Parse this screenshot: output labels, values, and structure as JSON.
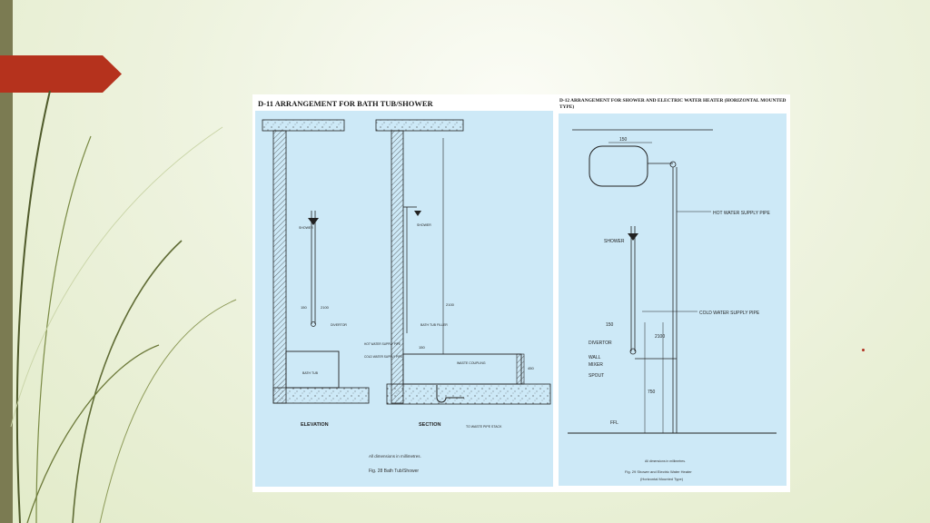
{
  "slide": {
    "accent_color": "#b5321d",
    "bar_color": "#7b7b52"
  },
  "fig28": {
    "heading": "D-11 ARRANGEMENT FOR BATH TUB/SHOWER",
    "elevation_label": "ELEVATION",
    "section_label": "SECTION",
    "shower_label": "SHOWER",
    "diverter_label": "DIVERTOR",
    "bath_tub_label": "BATH TUB",
    "bath_tub_filler_label": "BATH TUB FILLER",
    "hot_water_label": "HOT WATER SUPPLY PIPE",
    "cold_water_label": "COLD WATER SUPPLY PIPE",
    "waste_coupling_label": "WASTE COUPLING",
    "waste_stack_label": "TO WASTE PIPE STACK",
    "dim_2100_a": "2100",
    "dim_2100_b": "2100",
    "dim_150_a": "150",
    "dim_150_b": "150",
    "dim_450": "450",
    "note": "All dimensions in millimetres.",
    "caption": "Fig. 28 Bath Tub/Shower"
  },
  "fig29": {
    "heading": "D-12 ARRANGEMENT FOR SHOWER AND ELECTRIC WATER HEATER (HORIZONTAL MOUNTED TYPE)",
    "dim_150_top": "150",
    "hot_water_label": "HOT WATER SUPPLY PIPE",
    "shower_label": "SHOWER",
    "cold_water_label": "COLD WATER SUPPLY PIPE",
    "dim_150_mid": "150",
    "dim_2100": "2100",
    "diverter_label": "DIVERTOR",
    "wall_mixer_label_1": "WALL",
    "wall_mixer_label_2": "MIXER",
    "spout_label": "SPOUT",
    "dim_750": "750",
    "ffl_label": "FFL",
    "note": "All dimensions in millimetres.",
    "caption_1": "Fig. 29 Shower and Electric Water Heater",
    "caption_2": "(Horizontal Mounted Type)"
  }
}
